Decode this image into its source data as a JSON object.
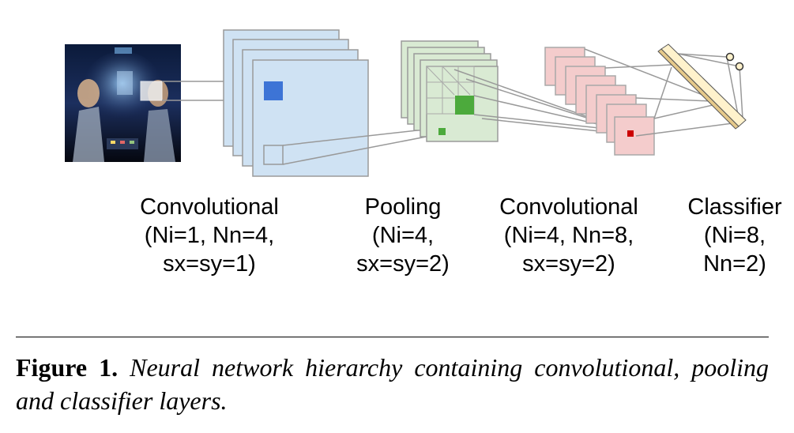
{
  "layers": [
    {
      "title": "Convolutional",
      "line2": "(Ni=1, Nn=4,",
      "line3": "sx=sy=1)"
    },
    {
      "title": "Pooling",
      "line2": "(Ni=4,",
      "line3": "sx=sy=2)"
    },
    {
      "title": "Convolutional",
      "line2": "(Ni=4, Nn=8,",
      "line3": "sx=sy=2)"
    },
    {
      "title": "Classifier",
      "line2": "(Ni=8,",
      "line3": "Nn=2)"
    }
  ],
  "caption": {
    "label": "Figure 1.",
    "text": "Neural network hierarchy containing convolutional, pooling and classifier layers."
  },
  "colors": {
    "conv1_fill": "#cfe2f3",
    "conv1_kernel": "#3d74d6",
    "pool_fill": "#d9ead3",
    "pool_kernel": "#4caa3c",
    "conv2_fill": "#f4cccc",
    "conv2_kernel": "#cc0000",
    "classifier_bar": "#fff2cc",
    "connector": "#999999"
  }
}
